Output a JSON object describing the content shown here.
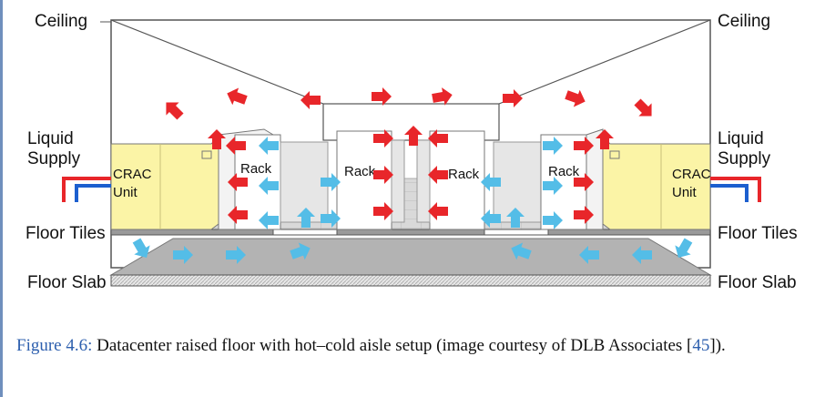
{
  "labels": {
    "ceiling_left": "Ceiling",
    "ceiling_right": "Ceiling",
    "liquid_left": [
      "Liquid",
      "Supply"
    ],
    "liquid_right": [
      "Liquid",
      "Supply"
    ],
    "floor_tiles_left": "Floor Tiles",
    "floor_tiles_right": "Floor Tiles",
    "floor_slab_left": "Floor Slab",
    "floor_slab_right": "Floor Slab"
  },
  "crac_units": [
    {
      "line1": "CRAC",
      "line2": "Unit"
    },
    {
      "line1": "CRAC",
      "line2": "Unit"
    }
  ],
  "racks": [
    "Rack",
    "Rack",
    "Rack",
    "Rack"
  ],
  "caption": {
    "prefix": "Figure 4.6:",
    "text": "Datacenter raised floor with hot–cold aisle setup (image courtesy of DLB Associates [",
    "ref": "45",
    "suffix": "])."
  },
  "colors": {
    "hot_air": "#e8262a",
    "cold_air": "#54bde7",
    "crac": "#fbf4a6",
    "supply_hot": "#e8262a",
    "supply_cold": "#1c5fcf",
    "frame": "#6f8fbd"
  }
}
